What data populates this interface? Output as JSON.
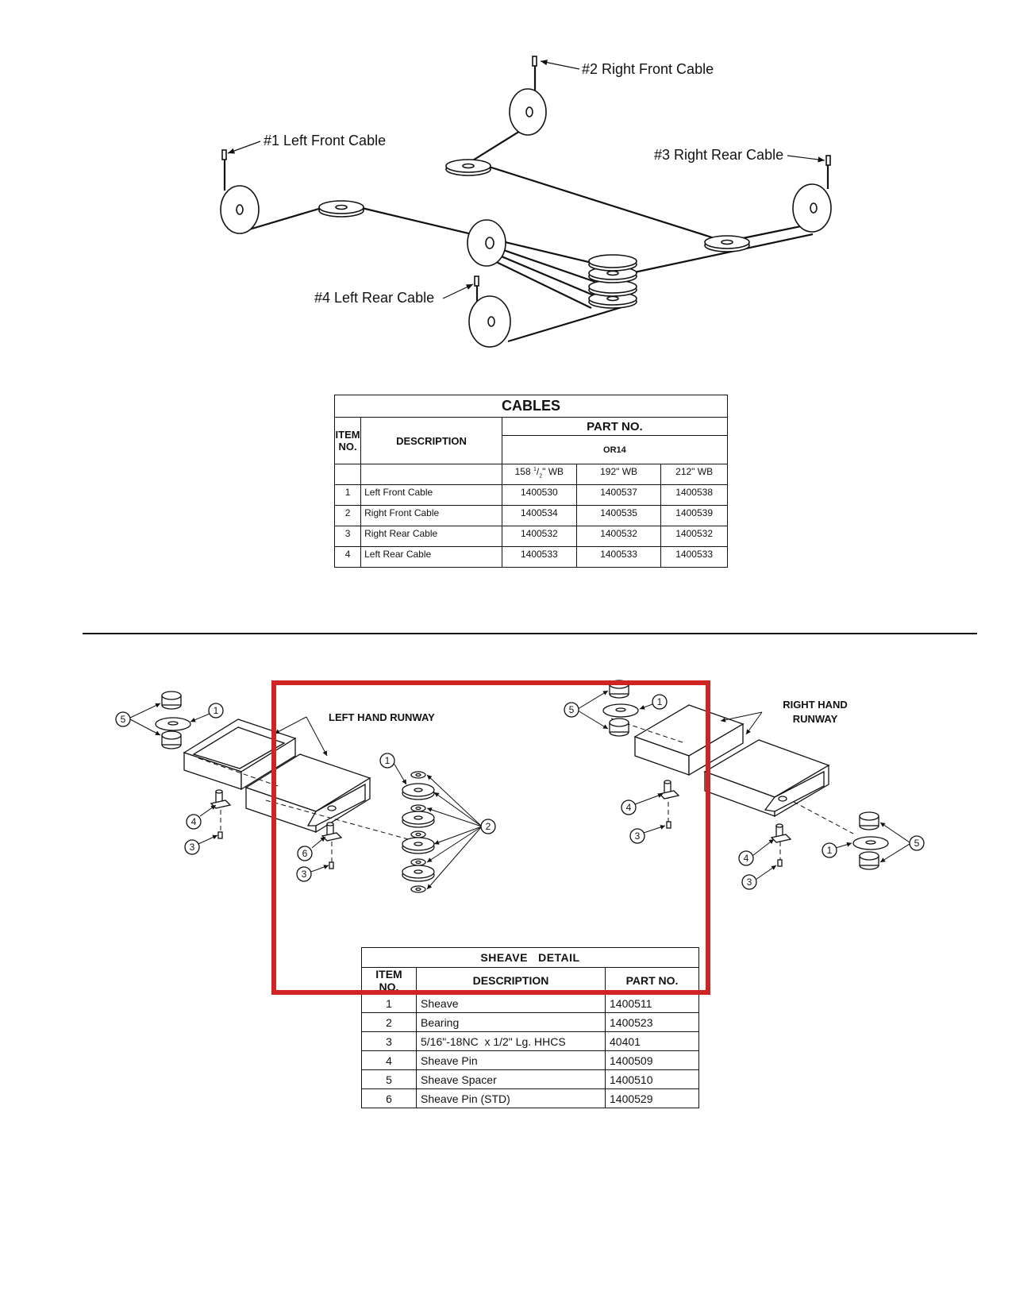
{
  "cable_diagram": {
    "labels": {
      "cable1": "#1 Left Front Cable",
      "cable2": "#2 Right Front Cable",
      "cable3": "#3 Right Rear Cable",
      "cable4": "#4 Left Rear Cable"
    }
  },
  "cables_table": {
    "title": "CABLES",
    "col_item": "ITEM NO.",
    "col_description": "DESCRIPTION",
    "col_part_no": "PART NO.",
    "model": "OR14",
    "wb": [
      "158 1/2\" WB",
      "192\" WB",
      "212\" WB"
    ],
    "rows": [
      {
        "item": "1",
        "description": "Left Front Cable",
        "p1": "1400530",
        "p2": "1400537",
        "p3": "1400538"
      },
      {
        "item": "2",
        "description": "Right Front Cable",
        "p1": "1400534",
        "p2": "1400535",
        "p3": "1400539"
      },
      {
        "item": "3",
        "description": "Right Rear Cable",
        "p1": "1400532",
        "p2": "1400532",
        "p3": "1400532"
      },
      {
        "item": "4",
        "description": "Left Rear Cable",
        "p1": "1400533",
        "p2": "1400533",
        "p3": "1400533"
      }
    ]
  },
  "sheave_diagram": {
    "left_label": "LEFT HAND RUNWAY",
    "right_label_line1": "RIGHT HAND",
    "right_label_line2": "RUNWAY",
    "callouts": [
      "1",
      "2",
      "3",
      "4",
      "5",
      "6"
    ]
  },
  "sheave_table": {
    "title": "SHEAVE   DETAIL",
    "col_item": "ITEM NO.",
    "col_description": "DESCRIPTION",
    "col_part_no": "PART NO.",
    "rows": [
      {
        "item": "1",
        "description": "Sheave",
        "part": "1400511"
      },
      {
        "item": "2",
        "description": "Bearing",
        "part": "1400523"
      },
      {
        "item": "3",
        "description": "5/16\"-18NC  x 1/2\" Lg. HHCS",
        "part": "40401"
      },
      {
        "item": "4",
        "description": "Sheave Pin",
        "part": "1400509"
      },
      {
        "item": "5",
        "description": "Sheave Spacer",
        "part": "1400510"
      },
      {
        "item": "6",
        "description": "Sheave Pin (STD)",
        "part": "1400529"
      }
    ]
  },
  "colors": {
    "line": "#111111",
    "highlight": "#d02424"
  }
}
